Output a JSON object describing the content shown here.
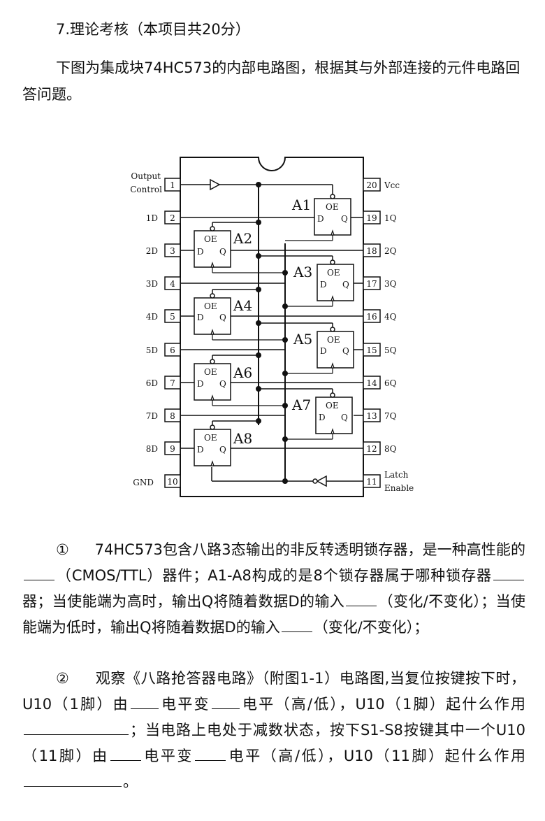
{
  "heading": "7.理论考核（本项目共20分）",
  "intro": "下图为集成块74HC573的内部电路图，根据其与外部连接的元件电路回答问题。",
  "diagram": {
    "left_labels": [
      "Output",
      "Control",
      "1D",
      "2D",
      "3D",
      "4D",
      "5D",
      "6D",
      "7D",
      "8D",
      "GND"
    ],
    "left_pins": [
      "1",
      "2",
      "3",
      "4",
      "5",
      "6",
      "7",
      "8",
      "9",
      "10"
    ],
    "right_pins": [
      "20",
      "19",
      "18",
      "17",
      "16",
      "15",
      "14",
      "13",
      "12",
      "11"
    ],
    "right_labels": [
      "Vcc",
      "1Q",
      "2Q",
      "3Q",
      "4Q",
      "5Q",
      "6Q",
      "7Q",
      "8Q",
      "Latch",
      "Enable"
    ],
    "latches": [
      "A1",
      "A2",
      "A3",
      "A4",
      "A5",
      "A6",
      "A7",
      "A8"
    ],
    "oe": "OE",
    "d": "D",
    "q": "Q"
  },
  "q1": {
    "num": "①",
    "p1": "74HC573包含八路3态输出的非反转透明锁存器，是一种高性能的",
    "p2": "（CMOS/TTL）器件；A1-A8构成的是8个锁存器属于哪种锁存器",
    "p3": "器；当使能端为高时，输出Q将随着数据D的输入",
    "p4": "（变化/不变化）；当使能端为低时，输出Q将随着数据D的输入",
    "p5": "（变化/不变化）；"
  },
  "q2": {
    "num": "②",
    "p1": "观察《八路抢答器电路》（附图1-1）电路图,当复位按键按下时，U10（1脚）由",
    "p2": "电平变",
    "p3": "电平（高/低），U10（1脚）起什么作用",
    "p4": "；当电路上电处于减数状态，按下S1-S8按键其中一个U10（11脚）由",
    "p5": "电平变",
    "p6": "电平（高/低），U10（11脚）起什么作用",
    "p7": "。"
  }
}
